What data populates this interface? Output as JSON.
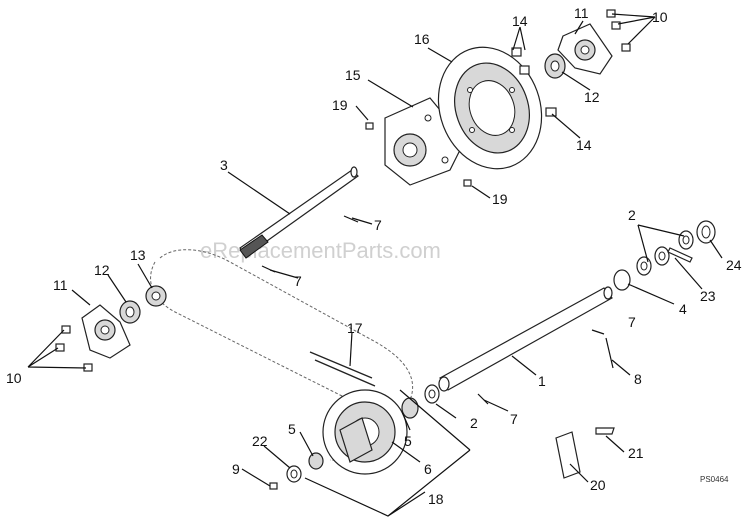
{
  "watermark": "eReplacementParts.com",
  "figure_code": "PS0464",
  "callouts": {
    "c1": "1",
    "c2a": "2",
    "c2b": "2",
    "c3": "3",
    "c4": "4",
    "c5a": "5",
    "c5b": "5",
    "c6": "6",
    "c7a": "7",
    "c7b": "7",
    "c7c": "7",
    "c7d": "7",
    "c8": "8",
    "c9": "9",
    "c10a": "10",
    "c10b": "10",
    "c11a": "11",
    "c11b": "11",
    "c12a": "12",
    "c12b": "12",
    "c13": "13",
    "c14a": "14",
    "c14b": "14",
    "c15": "15",
    "c16": "16",
    "c17": "17",
    "c18": "18",
    "c19a": "19",
    "c19b": "19",
    "c20": "20",
    "c21": "21",
    "c22": "22",
    "c23": "23",
    "c24": "24"
  }
}
